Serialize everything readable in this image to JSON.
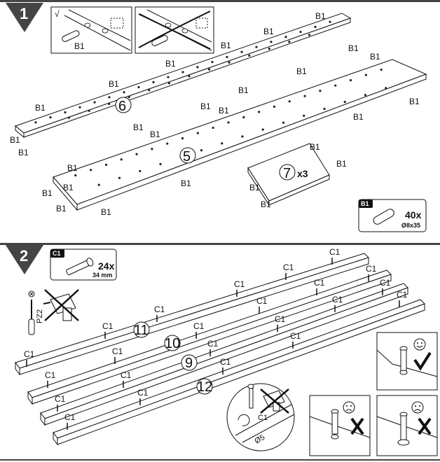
{
  "steps": [
    {
      "number": "1"
    },
    {
      "number": "2"
    }
  ],
  "step1": {
    "check_mark": "√",
    "inset_label": "B1",
    "panels": [
      {
        "number": "6"
      },
      {
        "number": "5"
      },
      {
        "number": "7",
        "multiplier": "x3"
      }
    ],
    "dowel_label": "B1",
    "part_box": {
      "badge": "B1",
      "quantity": "40x",
      "size": "Ø8x35"
    }
  },
  "step2": {
    "part_box": {
      "badge": "C1",
      "quantity": "24x",
      "size": "34 mm"
    },
    "tool_label": "PZ2",
    "rails": [
      {
        "number": "11"
      },
      {
        "number": "10"
      },
      {
        "number": "9"
      },
      {
        "number": "12"
      }
    ],
    "connector_label": "C1",
    "detail_label": "C1",
    "detail_dimension": "Ø5"
  },
  "colors": {
    "band": "#444444",
    "ink": "#111111"
  }
}
